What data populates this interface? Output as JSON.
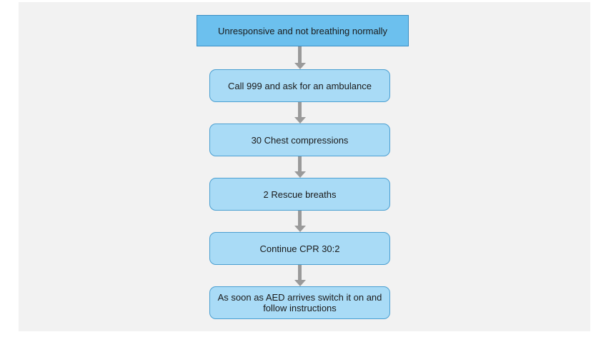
{
  "flowchart": {
    "nodes": [
      {
        "id": "start",
        "label": "Unresponsive and not breathing normally"
      },
      {
        "id": "call",
        "label": "Call 999 and ask for an ambulance"
      },
      {
        "id": "compressions",
        "label": "30 Chest compressions"
      },
      {
        "id": "breaths",
        "label": "2 Rescue breaths"
      },
      {
        "id": "continue",
        "label": "Continue CPR 30:2"
      },
      {
        "id": "aed",
        "label": "As soon as AED arrives switch it on and follow instructions"
      }
    ],
    "edges": [
      {
        "from": "start",
        "to": "call"
      },
      {
        "from": "call",
        "to": "compressions"
      },
      {
        "from": "compressions",
        "to": "breaths"
      },
      {
        "from": "breaths",
        "to": "continue"
      },
      {
        "from": "continue",
        "to": "aed"
      }
    ],
    "colors": {
      "start_fill": "#6cc0ee",
      "step_fill": "#a9dbf6",
      "border": "#4b9fd1",
      "arrow": "#9a9a9a",
      "background": "#f2f2f2"
    }
  }
}
